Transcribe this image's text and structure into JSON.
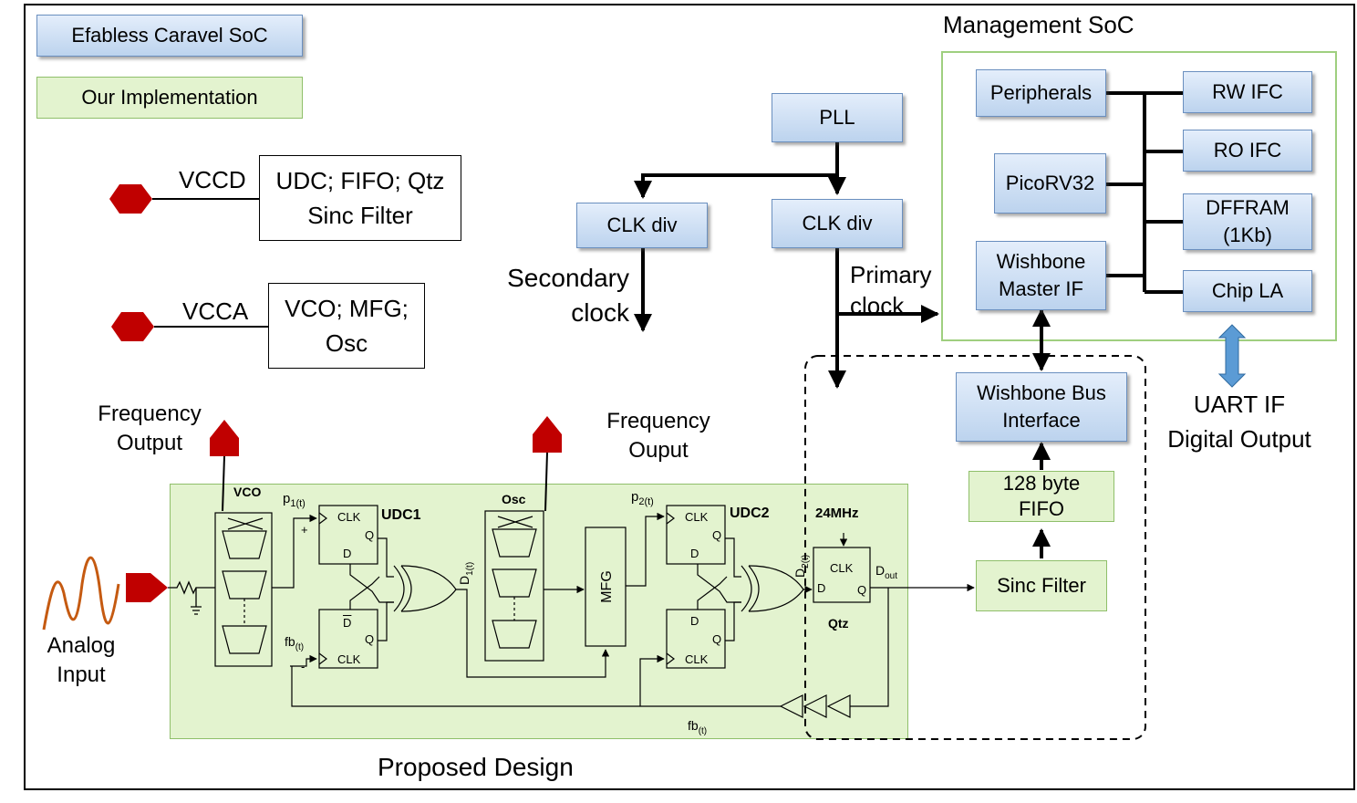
{
  "legend": {
    "caravel": "Efabless Caravel SoC",
    "ours": "Our Implementation"
  },
  "supplies": {
    "vccd": {
      "label": "VCCD",
      "box": "UDC; FIFO; Qtz\nSinc Filter"
    },
    "vcca": {
      "label": "VCCA",
      "box": "VCO; MFG;\nOsc"
    }
  },
  "clock": {
    "pll": "PLL",
    "clk_div_a": "CLK div",
    "clk_div_b": "CLK div",
    "secondary": "Secondary\nclock",
    "primary": "Primary\nclock"
  },
  "soc": {
    "title": "Management  SoC",
    "peripherals": "Peripherals",
    "picorv": "PicoRV32",
    "wishbone_master": "Wishbone\nMaster IF",
    "rw": "RW IFC",
    "ro": "RO IFC",
    "dffram": "DFFRAM\n(1Kb)",
    "chip_la": "Chip LA",
    "uart": "UART IF\nDigital Output"
  },
  "datapath": {
    "wb_bus": "Wishbone Bus\nInterface",
    "fifo": "128 byte\nFIFO",
    "sinc": "Sinc Filter"
  },
  "design": {
    "title": "Proposed Design",
    "freq_out_1": "Frequency\nOutput",
    "freq_out_2": "Frequency\nOuput",
    "analog": "Analog\nInput",
    "vco": "VCO",
    "osc": "Osc",
    "udc1": "UDC1",
    "udc2": "UDC2",
    "mfg": "MFG",
    "qtz": "Qtz",
    "clk24": "24MHz",
    "p1": "p",
    "p1_sub": "1(t)",
    "p2": "p",
    "p2_sub": "2(t)",
    "fb": "fb",
    "fb_sub": "(t)",
    "fb2": "fb",
    "fb2_sub": "(t)",
    "d1": "D",
    "d1_sub": "1(t)",
    "d2": "D",
    "d2_sub": "2(t)",
    "dout": "D",
    "dout_sub": "out",
    "clk": "CLK",
    "q": "Q",
    "d": "D",
    "dbar": "D",
    "plus": "+",
    "minus": "-"
  }
}
